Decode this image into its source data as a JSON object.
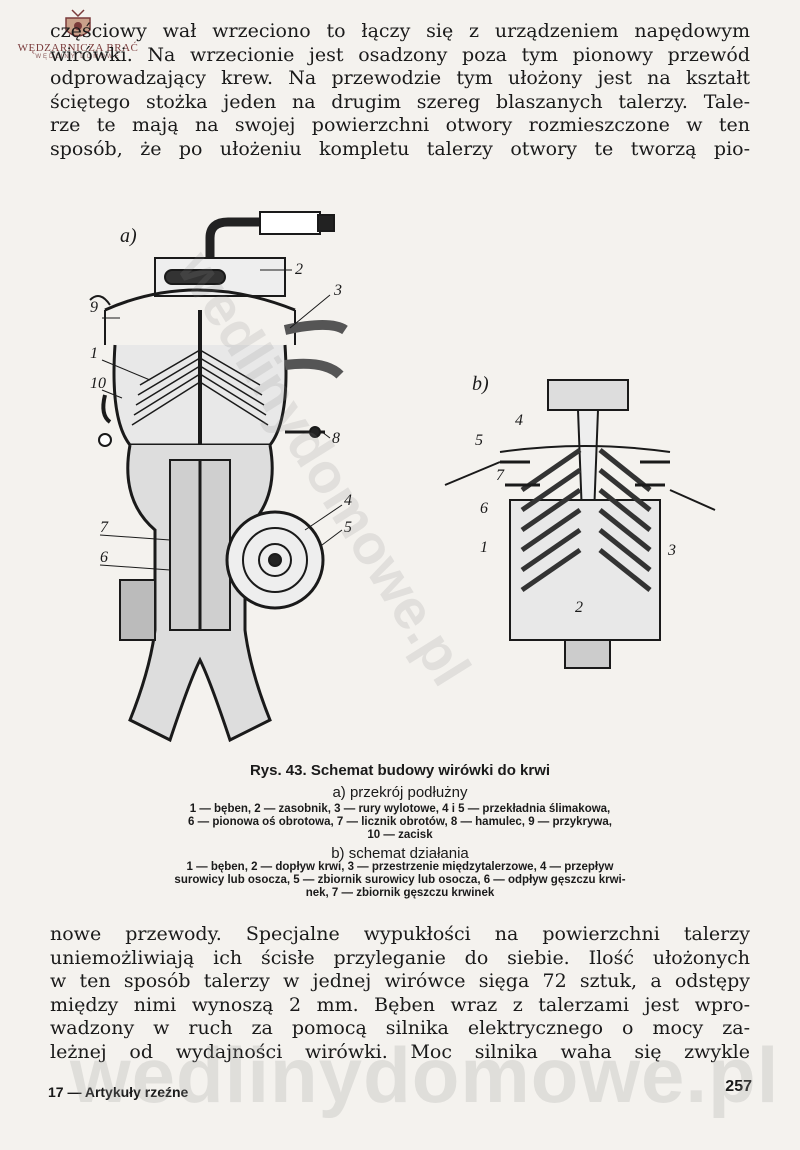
{
  "logo": {
    "name": "WĘDZARNICZA BRAĆ",
    "sub": "WĘDLINY DOMOWE"
  },
  "top_paragraph": [
    "częściowy wał wrzeciono to łączy się z urządzeniem napędowym",
    "wirówki. Na wrzecionie jest osadzony poza tym pionowy przewód",
    "odprowadzający krew. Na przewodzie tym ułożony jest na kształt",
    "ściętego stożka jeden na drugim szereg blaszanych talerzy. Tale-",
    "rze te mają na swojej powierzchni otwory rozmieszczone w ten",
    "sposób, że po ułożeniu kompletu talerzy otwory te tworzą pio-"
  ],
  "figure": {
    "label_a": "a)",
    "label_b": "b)",
    "a_numbers": [
      "2",
      "3",
      "9",
      "1",
      "10",
      "8",
      "4",
      "5",
      "7",
      "6"
    ],
    "b_numbers": [
      "4",
      "5",
      "7",
      "6",
      "1",
      "3",
      "2"
    ]
  },
  "caption": {
    "title": "Rys. 43. Schemat budowy wirówki do krwi",
    "a_heading": "a) przekrój podłużny",
    "a_legend": [
      "1 — bęben, 2 — zasobnik, 3 — rury wylotowe, 4 i 5 — przekładnia ślimakowa,",
      "6 — pionowa oś obrotowa, 7 — licznik obrotów, 8 — hamulec, 9 — przykrywa,",
      "10 — zacisk"
    ],
    "b_heading": "b) schemat działania",
    "b_legend": [
      "1 — bęben, 2 — dopływ krwi, 3 — przestrzenie międzytalerzowe, 4 — przepływ",
      "surowicy lub osocza, 5 — zbiornik surowicy lub osocza, 6 — odpływ gęszczu krwi-",
      "nek, 7 — zbiornik gęszczu krwinek"
    ]
  },
  "bottom_paragraph": [
    "nowe przewody. Specjalne wypukłości na powierzchni talerzy",
    "uniemożliwiają ich ścisłe przyleganie do siebie. Ilość ułożonych",
    "w ten sposób talerzy w jednej wirówce sięga 72 sztuk, a odstępy",
    "między nimi wynoszą 2 mm. Bęben wraz z talerzami jest wpro-",
    "wadzony w ruch za pomocą silnika elektrycznego o mocy za-",
    "leżnej od wydajności wirówki. Moc silnika waha się zwykle"
  ],
  "footer": {
    "left": "17 — Artykuły rzeźne",
    "page_number": "257"
  },
  "watermark": {
    "diagonal": "wedlinydomowe.pl",
    "bottom": "wedlinydomowe.pl"
  }
}
